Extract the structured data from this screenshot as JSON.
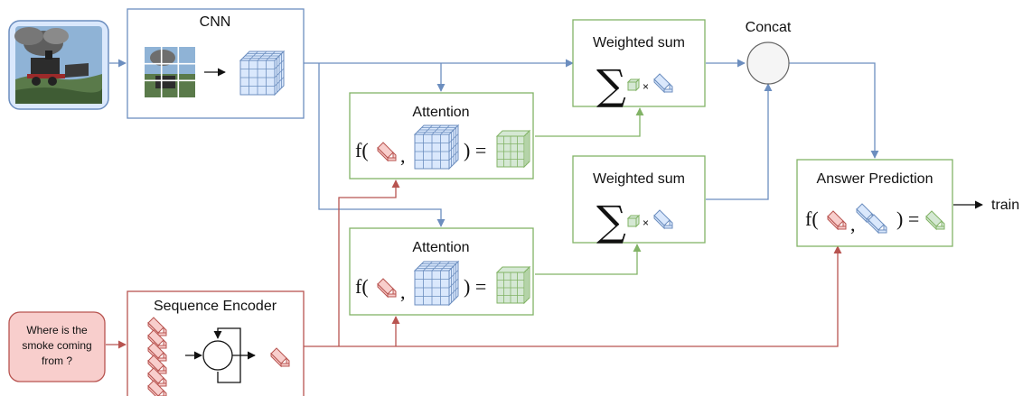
{
  "image_input": {
    "icon": "steam-train-photo-icon"
  },
  "cnn": {
    "title": "CNN"
  },
  "attention_top": {
    "title": "Attention",
    "formula_prefix": "f(",
    "comma": ",",
    "formula_suffix": ") ="
  },
  "attention_bottom": {
    "title": "Attention",
    "formula_prefix": "f(",
    "comma": ",",
    "formula_suffix": ") ="
  },
  "weighted_sum_top": {
    "title": "Weighted sum",
    "symbol": "∑",
    "times": "×"
  },
  "weighted_sum_bottom": {
    "title": "Weighted sum",
    "symbol": "∑",
    "times": "×"
  },
  "concat": {
    "title": "Concat"
  },
  "answer_prediction": {
    "title": "Answer Prediction",
    "formula_prefix": "f(",
    "comma": ",",
    "formula_suffix": ") ="
  },
  "output": {
    "label": "train"
  },
  "question": {
    "lines": [
      "Where is the",
      "smoke coming",
      "from ?"
    ]
  },
  "sequence_encoder": {
    "title": "Sequence Encoder"
  },
  "colors": {
    "image_branch": "#6c8ebf",
    "image_fill": "#dae8fc",
    "question_branch": "#b85450",
    "question_fill": "#f8cecc",
    "attention_branch": "#82b366",
    "attention_fill": "#d5e8d4",
    "concat_fill": "#f5f5f5"
  }
}
